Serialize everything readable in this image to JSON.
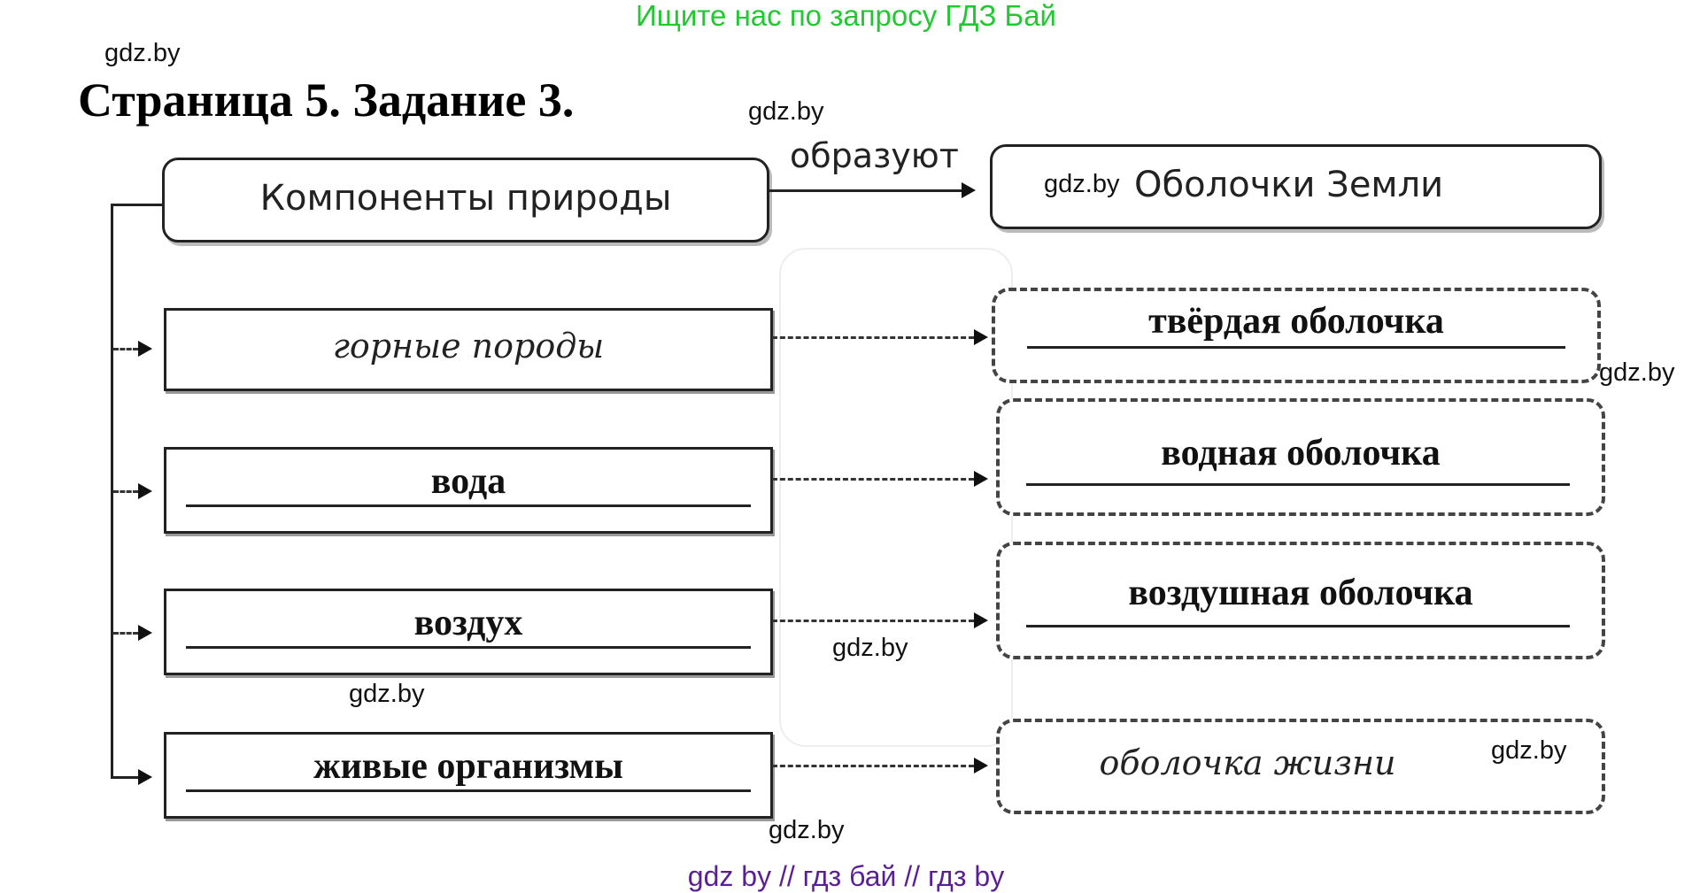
{
  "banner": "Ищите нас по запросу ГДЗ Бай",
  "title": "Страница 5. Задание 3.",
  "watermarks": [
    "gdz.by",
    "gdz.by",
    "gdz.by",
    "gdz.by",
    "gdz.by",
    "gdz.by",
    "gdz.by",
    "gdz.by"
  ],
  "diagram": {
    "root": "Компоненты природы",
    "relation": "образуют",
    "target": "Оболочки Земли",
    "components": [
      {
        "label": "горные породы",
        "style": "handwritten"
      },
      {
        "label": "вода",
        "style": "printed"
      },
      {
        "label": "воздух",
        "style": "printed"
      },
      {
        "label": "живые организмы",
        "style": "printed"
      }
    ],
    "shells": [
      {
        "label": "твёрдая оболочка",
        "style": "printed"
      },
      {
        "label": "водная оболочка",
        "style": "printed"
      },
      {
        "label": "воздушная оболочка",
        "style": "printed"
      },
      {
        "label": "оболочка жизни",
        "style": "handwritten"
      }
    ]
  },
  "footer": "gdz by  //  гдз бай  //  гдз by"
}
